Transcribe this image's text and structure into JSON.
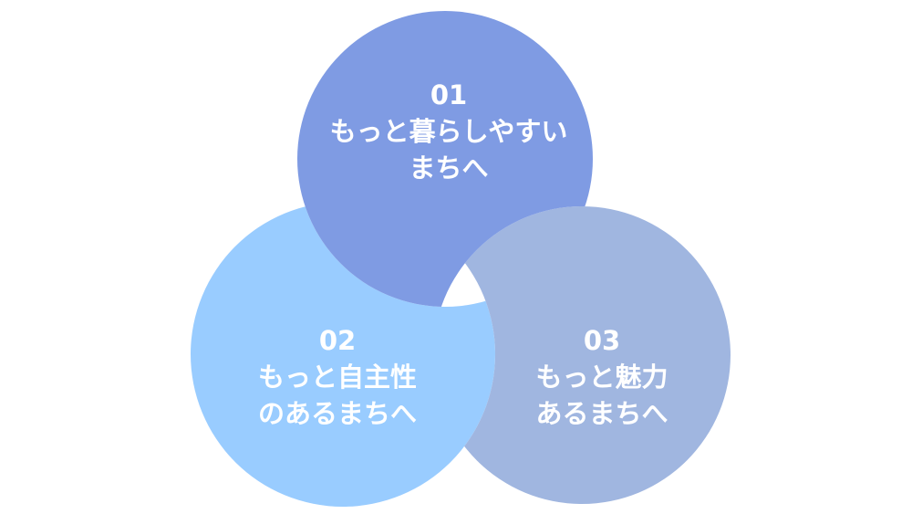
{
  "colors": {
    "circle1": "#7F9BE3",
    "circle2": "#99CCFF",
    "circle3": "#A0B6E0",
    "text": "#FFFFFF"
  },
  "circles": [
    {
      "number": "01",
      "lines": [
        "もっと暮らしやすい",
        "まちへ"
      ]
    },
    {
      "number": "02",
      "lines": [
        "もっと自主性",
        "のあるまちへ"
      ]
    },
    {
      "number": "03",
      "lines": [
        "もっと魅力",
        "あるまちへ"
      ]
    }
  ]
}
